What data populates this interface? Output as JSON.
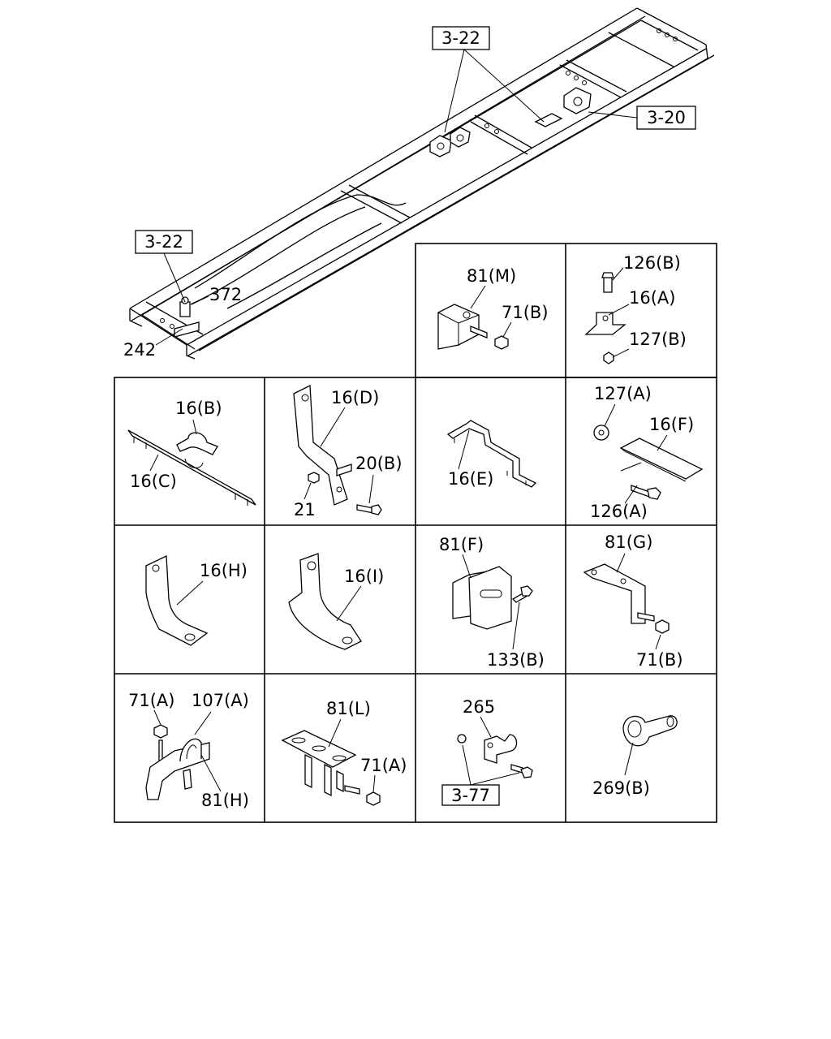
{
  "frame_callouts": {
    "ref_top": "3-22",
    "ref_right": "3-20",
    "ref_left": "3-22",
    "part_372": "372",
    "part_242": "242"
  },
  "cells": {
    "r0c2": [
      "81(M)",
      "71(B)"
    ],
    "r0c3": [
      "126(B)",
      "16(A)",
      "127(B)"
    ],
    "r1c0": [
      "16(B)",
      "16(C)"
    ],
    "r1c1": [
      "16(D)",
      "20(B)",
      "21"
    ],
    "r1c2": [
      "16(E)"
    ],
    "r1c3": [
      "127(A)",
      "16(F)",
      "126(A)"
    ],
    "r2c0": [
      "16(H)"
    ],
    "r2c1": [
      "16(I)"
    ],
    "r2c2": [
      "81(F)",
      "133(B)"
    ],
    "r2c3": [
      "81(G)",
      "71(B)"
    ],
    "r3c0": [
      "71(A)",
      "107(A)",
      "81(H)"
    ],
    "r3c1": [
      "81(L)",
      "71(A)"
    ],
    "r3c2": [
      "265",
      "3-77"
    ],
    "r3c3": [
      "269(B)"
    ]
  }
}
